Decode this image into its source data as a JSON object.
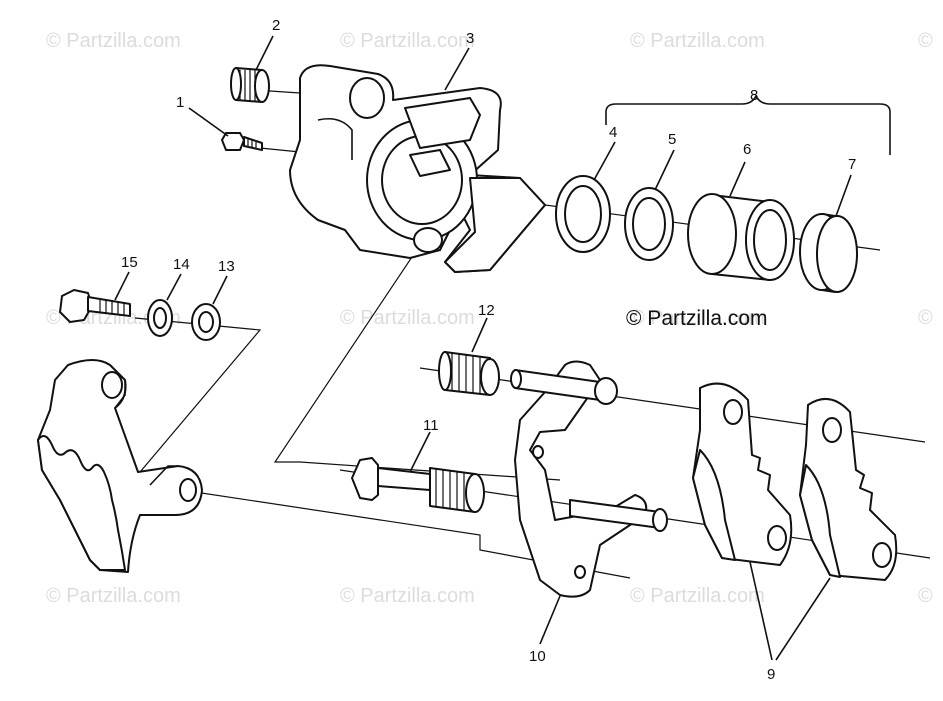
{
  "watermarks": [
    "© Partzilla.com",
    "© Partzilla.com",
    "© Partzilla.com",
    "©",
    "© Partzilla.com",
    "© Partzilla.com",
    "© Partzilla.com",
    "©",
    "© Partzilla.com",
    "© Partzilla.com",
    "© Partzilla.com",
    "©"
  ],
  "copyright": "© Partzilla.com",
  "callouts": {
    "c1": "1",
    "c2": "2",
    "c3": "3",
    "c4": "4",
    "c5": "5",
    "c6": "6",
    "c7": "7",
    "c8": "8",
    "c9": "9",
    "c10": "10",
    "c11": "11",
    "c12": "12",
    "c13": "13",
    "c14": "14",
    "c15": "15"
  }
}
